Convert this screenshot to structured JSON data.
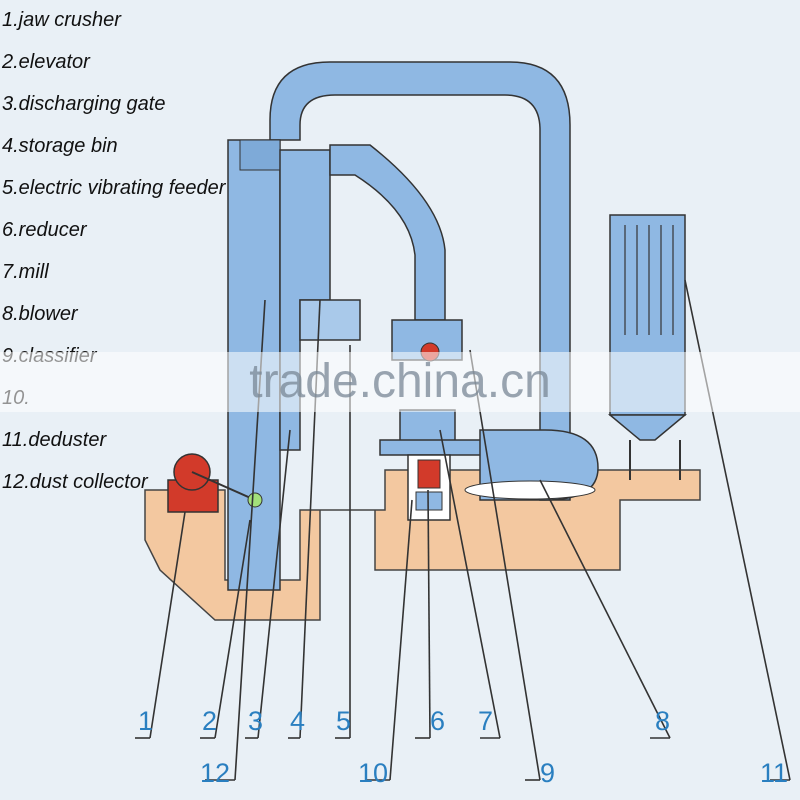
{
  "legend": [
    "1.jaw crusher",
    "2.elevator",
    "3.discharging gate",
    "4.storage bin",
    "5.electric vibrating feeder",
    "6.reducer",
    "7.mill",
    "8.blower",
    "9.classifier",
    "10.",
    "11.deduster",
    "12.dust collector"
  ],
  "callouts": [
    "1",
    "2",
    "3",
    "4",
    "5",
    "6",
    "7",
    "8",
    "9",
    "10",
    "11",
    "12"
  ],
  "watermark": "trade.china.cn",
  "colors": {
    "equipment_blue": "#8fb8e3",
    "foundation_orange": "#f3c8a0",
    "number_blue": "#2a7fc0",
    "crusher_red": "#d23a2a"
  }
}
